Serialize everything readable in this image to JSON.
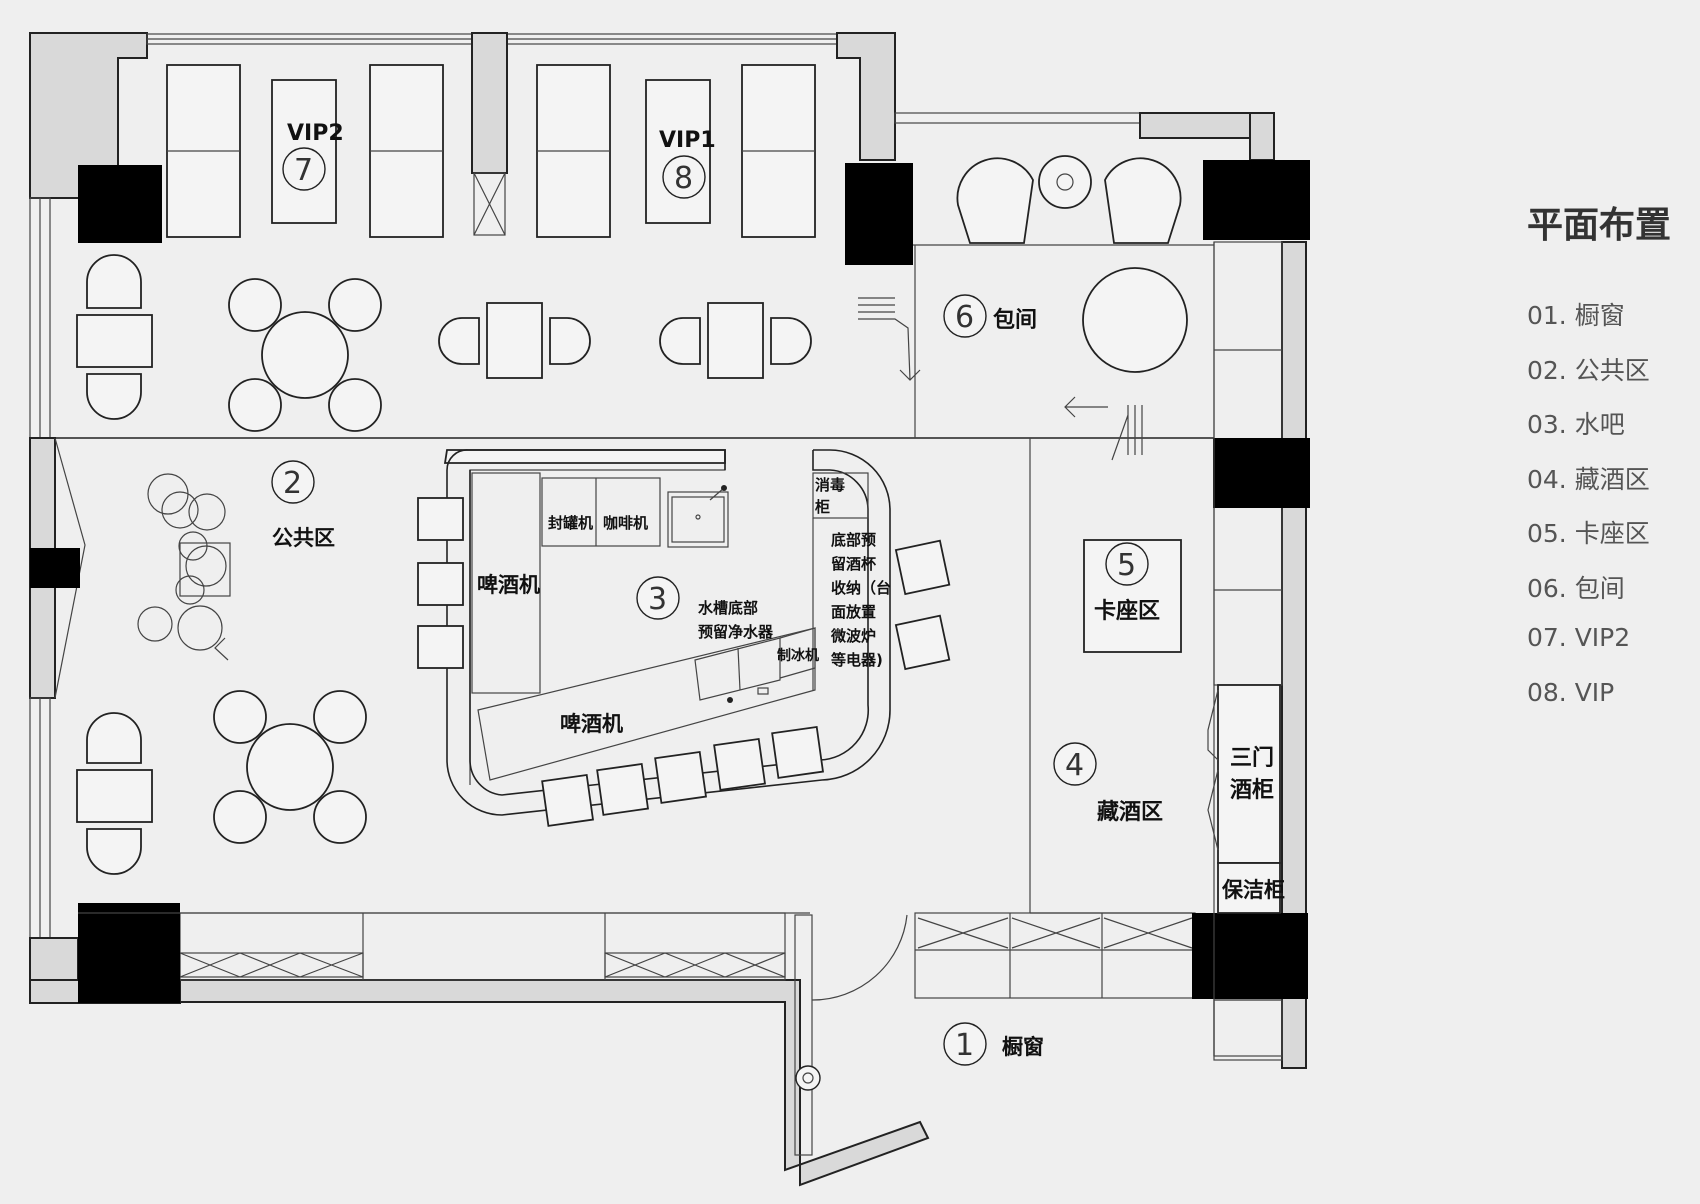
{
  "legend": {
    "title": "平面布置",
    "items": [
      "01.  橱窗",
      "02.  公共区",
      "03.  水吧",
      "04.  藏酒区",
      "05. 卡座区",
      "06. 包间",
      "07. VIP2",
      "08. VIP"
    ]
  },
  "plan": {
    "vip2": "VIP2",
    "vip1": "VIP1",
    "n7": "7",
    "n8": "8",
    "n1": "1",
    "n2": "2",
    "n3": "3",
    "n4": "4",
    "n5": "5",
    "n6": "6",
    "baojian": "包间",
    "gonggong": "公共区",
    "fengguan": "封罐机",
    "kafei": "咖啡机",
    "xiaodu1": "消毒",
    "xiaodu2": "柜",
    "pijiu1": "啤酒机",
    "pijiu2": "啤酒机",
    "zhibing": "制冰机",
    "sink1": "水槽底部",
    "sink2": "预留净水器",
    "side1": "底部预",
    "side2": "留酒杯",
    "side3": "收纳（台",
    "side4": "面放置",
    "side5": "微波炉",
    "side6": "等电器)",
    "kazuo": "卡座区",
    "cangjiu": "藏酒区",
    "sanmen1": "三门",
    "sanmen2": "酒柜",
    "baojie": "保洁柜",
    "chuchuang": "橱窗"
  },
  "colors": {
    "background": "#efefef",
    "wall": "#d9d9d9",
    "column": "#000000",
    "line": "#222222"
  }
}
